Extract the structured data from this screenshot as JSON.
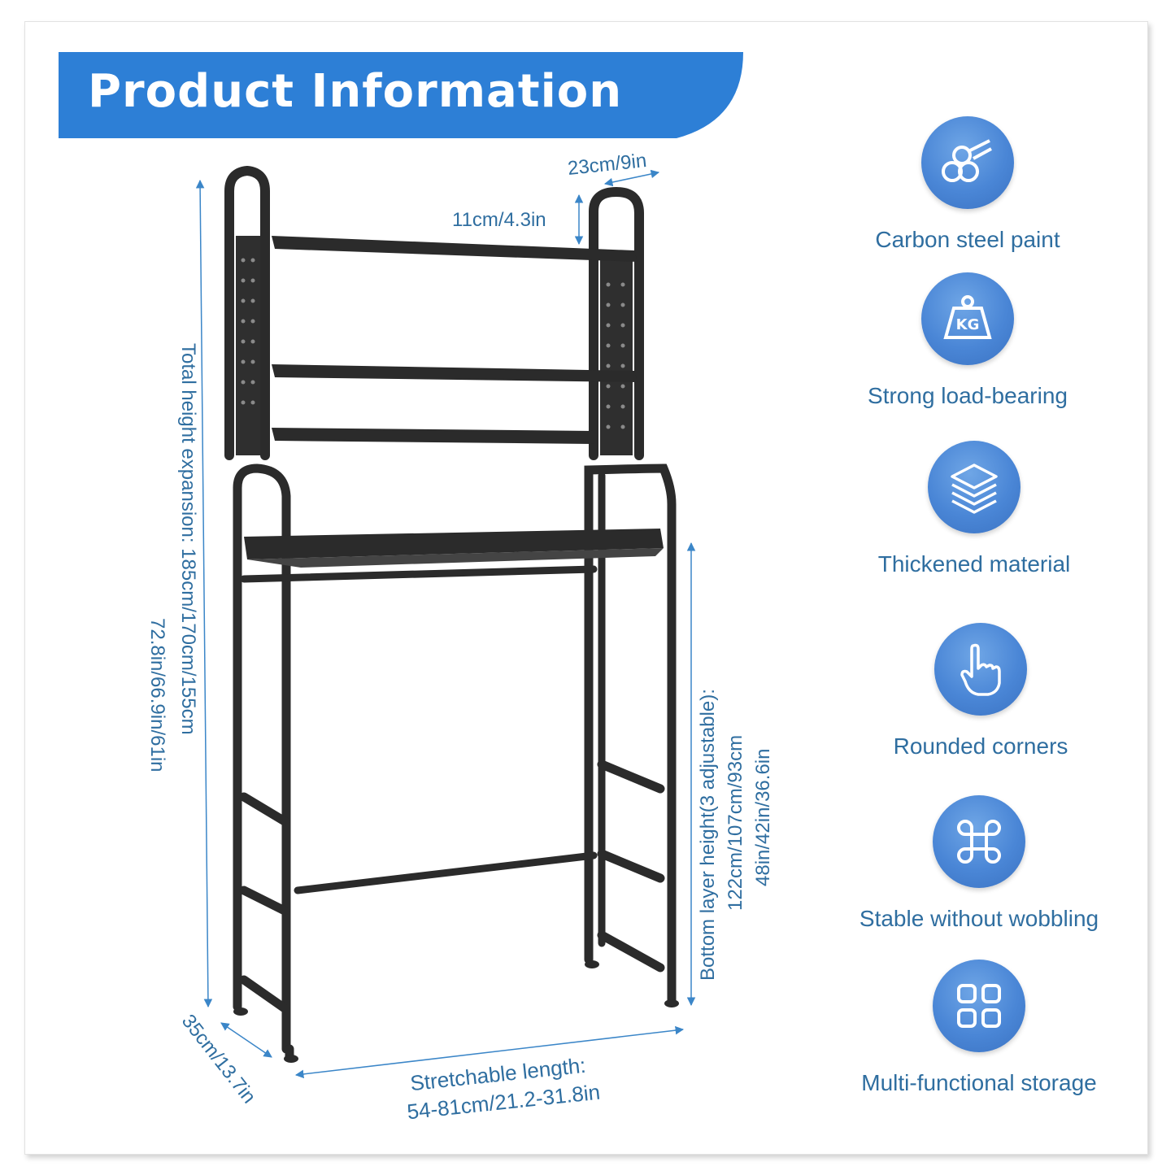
{
  "header": {
    "title": "Product Information",
    "color": "#2d7fd6"
  },
  "dimensions": {
    "width_top": "23cm/9in",
    "top_gap": "11cm/4.3in",
    "total_height_line1": "Total height expansion: 185cm/170cm/155cm",
    "total_height_line2": "72.8in/66.9in/61in",
    "bottom_layer_line1": "Bottom layer height(3 adjustable):",
    "bottom_layer_line2": "122cm/107cm/93cm",
    "bottom_layer_line3": "48in/42in/36.6in",
    "depth": "35cm/13.7in",
    "length_line1": "Stretchable length:",
    "length_line2": "54-81cm/21.2-31.8in"
  },
  "features": [
    {
      "icon": "rings-icon",
      "label": "Carbon steel paint"
    },
    {
      "icon": "kg-weight-icon",
      "label": "Strong load-bearing"
    },
    {
      "icon": "layers-icon",
      "label": "Thickened material"
    },
    {
      "icon": "pointing-hand-icon",
      "label": "Rounded corners"
    },
    {
      "icon": "command-icon",
      "label": "Stable without wobbling"
    },
    {
      "icon": "grid-icon",
      "label": "Multi-functional storage"
    }
  ],
  "colors": {
    "accent": "#2d7fd6",
    "text": "#2f6ea0",
    "icon_bg": "#4a86d6",
    "shelf": "#2b2b2b"
  }
}
